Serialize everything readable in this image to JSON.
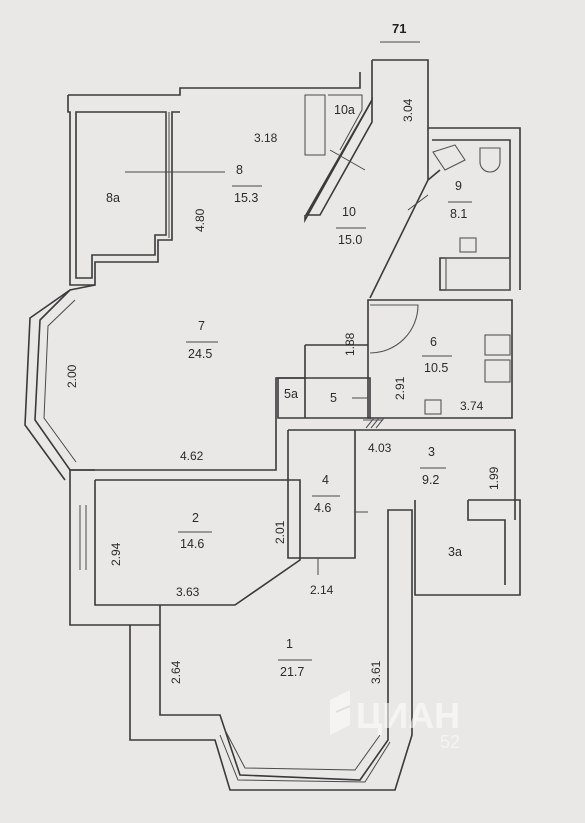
{
  "plan": {
    "top_label": "71",
    "rooms": [
      {
        "id": "room-1",
        "number": "1",
        "area": "21.7"
      },
      {
        "id": "room-2",
        "number": "2",
        "area": "14.6"
      },
      {
        "id": "room-3",
        "number": "3",
        "area": "9.2"
      },
      {
        "id": "room-3a",
        "number": "3а",
        "area": ""
      },
      {
        "id": "room-4",
        "number": "4",
        "area": "4.6"
      },
      {
        "id": "room-5",
        "number": "5",
        "area": ""
      },
      {
        "id": "room-5a",
        "number": "5а",
        "area": ""
      },
      {
        "id": "room-6",
        "number": "6",
        "area": "10.5"
      },
      {
        "id": "room-7",
        "number": "7",
        "area": "24.5"
      },
      {
        "id": "room-8",
        "number": "8",
        "area": "15.3"
      },
      {
        "id": "room-8a",
        "number": "8а",
        "area": ""
      },
      {
        "id": "room-9",
        "number": "9",
        "area": "8.1"
      },
      {
        "id": "room-10",
        "number": "10",
        "area": "15.0"
      },
      {
        "id": "room-10a",
        "number": "10а",
        "area": ""
      }
    ],
    "dimensions": {
      "d_3_04": "3.04",
      "d_3_18": "3.18",
      "d_4_80": "4.80",
      "d_1_88": "1.88",
      "d_2_00": "2.00",
      "d_2_91": "2.91",
      "d_3_74": "3.74",
      "d_4_62": "4.62",
      "d_4_03": "4.03",
      "d_1_99": "1.99",
      "d_2_94": "2.94",
      "d_2_01": "2.01",
      "d_3_63": "3.63",
      "d_2_14": "2.14",
      "d_2_64": "2.64",
      "d_3_61": "3.61"
    },
    "watermark": {
      "brand": "ЦИАН",
      "code": "52"
    }
  }
}
